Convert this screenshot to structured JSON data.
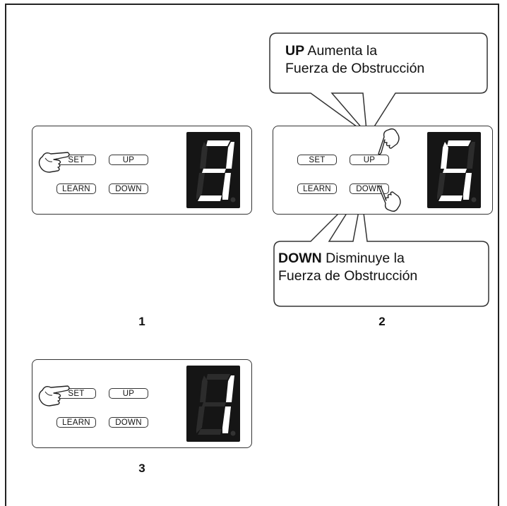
{
  "buttons": {
    "set": "SET",
    "up": "UP",
    "learn": "LEARN",
    "down": "DOWN"
  },
  "panels": [
    {
      "label": "1",
      "display_digit": "3",
      "pressed": "set-button"
    },
    {
      "label": "2",
      "display_digit": "5",
      "pressed": "up-button, down-button"
    },
    {
      "label": "3",
      "display_digit": "1",
      "pressed": "set-button"
    }
  ],
  "callouts": {
    "up": {
      "keyword": "UP",
      "line1_rest": " Aumenta la",
      "line2": "Fuerza de Obstrucción"
    },
    "down": {
      "keyword": "DOWN",
      "line1_rest": " Disminuye la",
      "line2": "Fuerza de Obstrucción"
    }
  },
  "icons": [
    "hand-pointer-icon"
  ],
  "colors": {
    "display_bg": "#151515",
    "segment_on": "#ffffff",
    "segment_off": "#2c2c2c"
  }
}
